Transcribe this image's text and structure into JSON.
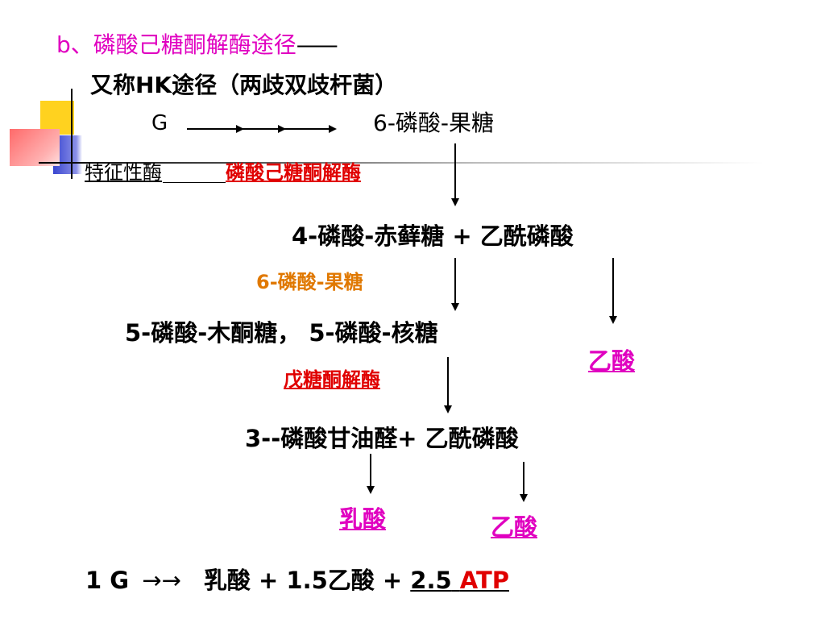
{
  "slide": {
    "heading": "b、磷酸己糖酮解酶途径",
    "heading_dash": "——",
    "subtitle": "又称HK途径（两歧双歧杆菌）",
    "g_label": "G",
    "f6p_top": "6-磷酸-果糖",
    "enzyme_prefix": "特征性酶",
    "enzyme_name": "磷酸己糖酮解酶",
    "e4p_line": "4-磷酸-赤藓糖 + 乙酰磷酸",
    "f6p_mid": "6-磷酸-果糖",
    "pentoses": "5-磷酸-木酮糖， 5-磷酸-核糖",
    "acetic_right": "乙酸",
    "pentose_enzyme": "戊糖酮解酶",
    "g3p_line": "3--磷酸甘油醛+ 乙酰磷酸",
    "lactic": "乳酸",
    "acetic_bottom": "乙酸",
    "summary_lead": "1 G",
    "summary_arrows": "→→",
    "summary_products": "乳酸 + 1.5乙酸 + ",
    "summary_atp_num": "2.5",
    "summary_atp": "ATP"
  },
  "colors": {
    "magenta": "#e000c0",
    "red": "#e00000",
    "orange": "#e07800",
    "deco_yellow": "#ffd21f",
    "deco_blue": "#3a46d0",
    "deco_red": "#ff6a6a"
  }
}
